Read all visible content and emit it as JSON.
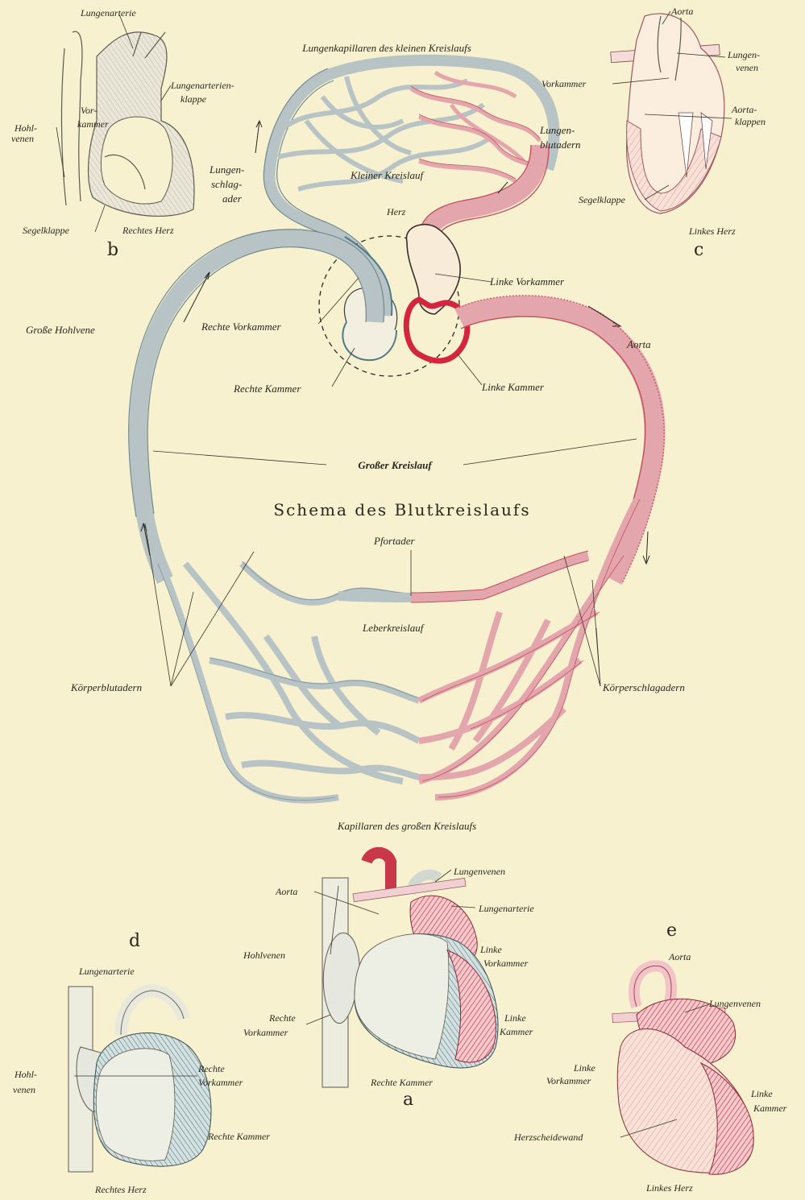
{
  "title": "Schema des Blutkreislaufs",
  "colors": {
    "background": "#f7f1cf",
    "arterial": "#c9374b",
    "venous": "#5f8e9a",
    "ink": "#2a2620"
  },
  "main_labels": {
    "lungenkapillaren": "Lungenkapillaren des kleinen Kreislaufs",
    "lungenblutadern": "Lungen-blutadern",
    "lungenblutadern_1": "Lungen-",
    "lungenblutadern_2": "blutadern",
    "kleiner_kreislauf": "Kleiner Kreislauf",
    "lungenschlagader_1": "Lungen-",
    "lungenschlagader_2": "schlag-",
    "lungenschlagader_3": "ader",
    "herz": "Herz",
    "linke_vorkammer": "Linke Vorkammer",
    "rechte_vorkammer": "Rechte Vorkammer",
    "grosse_hohlvene": "Große Hohlvene",
    "aorta": "Aorta",
    "rechte_kammer": "Rechte Kammer",
    "linke_kammer": "Linke Kammer",
    "grosser_kreislauf": "Großer Kreislauf",
    "pfortader": "Pfortader",
    "leberkreislauf": "Leberkreislauf",
    "koerperblutadern": "Körperblutadern",
    "koerperschlagadern": "Körperschlagadern",
    "kapillaren_grossen": "Kapillaren des großen Kreislaufs"
  },
  "figure_b": {
    "letter": "b",
    "lungenarterie": "Lungenarterie",
    "klappe_1": "Lungenarterien-",
    "klappe_2": "klappe",
    "vorkammer_1": "Vor-",
    "vorkammer_2": "kammer",
    "hohlvenen_1": "Hohl-",
    "hohlvenen_2": "venen",
    "segelklappe": "Segelklappe",
    "rechtes_herz": "Rechtes Herz"
  },
  "figure_c": {
    "letter": "c",
    "aorta": "Aorta",
    "lungenvenen_1": "Lungen-",
    "lungenvenen_2": "venen",
    "vorkammer": "Vorkammer",
    "aortaklappen_1": "Aorta-",
    "aortaklappen_2": "klappen",
    "segelklappe": "Segelklappe",
    "linkes_herz": "Linkes Herz"
  },
  "figure_a": {
    "letter": "a",
    "lungenvenen": "Lungenvenen",
    "aorta": "Aorta",
    "lungenarterie": "Lungenarterie",
    "linke_vorkammer_1": "Linke",
    "linke_vorkammer_2": "Vorkammer",
    "hohlvenen": "Hohlvenen",
    "rechte_vorkammer_1": "Rechte",
    "rechte_vorkammer_2": "Vorkammer",
    "linke_kammer_1": "Linke",
    "linke_kammer_2": "Kammer",
    "rechte_kammer": "Rechte Kammer"
  },
  "figure_d": {
    "letter": "d",
    "lungenarterie": "Lungenarterie",
    "hohlvenen_1": "Hohl-",
    "hohlvenen_2": "venen",
    "rechte_vorkammer_1": "Rechte",
    "rechte_vorkammer_2": "Vorkammer",
    "rechte_kammer": "Rechte Kammer",
    "rechtes_herz": "Rechtes Herz"
  },
  "figure_e": {
    "letter": "e",
    "aorta": "Aorta",
    "lungenvenen": "Lungenvenen",
    "linke_vorkammer_1": "Linke",
    "linke_vorkammer_2": "Vorkammer",
    "linke_kammer_1": "Linke",
    "linke_kammer_2": "Kammer",
    "herzscheidewand": "Herzscheidewand",
    "linkes_herz": "Linkes Herz"
  }
}
